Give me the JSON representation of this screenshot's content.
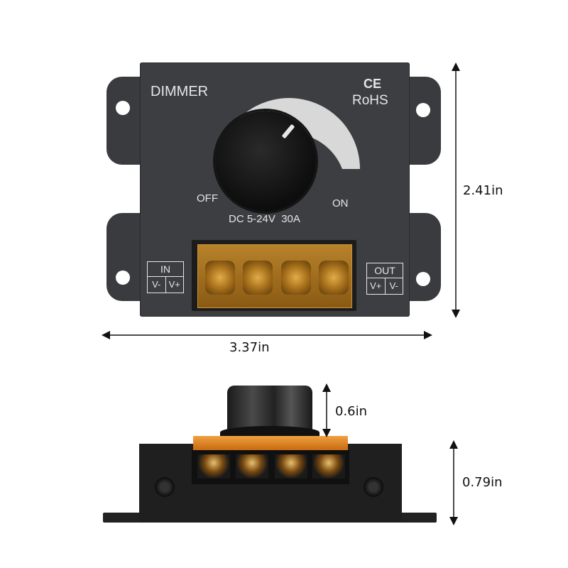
{
  "product": {
    "name": "DIMMER",
    "certifications": [
      "CE",
      "RoHS"
    ],
    "knob_labels": {
      "off": "OFF",
      "on": "ON"
    },
    "rating": "DC 5-24V  30A",
    "input_block": {
      "title": "IN",
      "left": "V-",
      "right": "V+"
    },
    "output_block": {
      "title": "OUT",
      "left": "V+",
      "right": "V-"
    },
    "terminal_count": 4
  },
  "dimensions": {
    "width": "3.37in",
    "height": "2.41in",
    "knob_height": "0.6in",
    "body_depth": "0.79in"
  },
  "colors": {
    "body": "#3d3e42",
    "terminal_cover": "#b8822a",
    "print": "#e6e6e6",
    "annotation": "#111111"
  }
}
